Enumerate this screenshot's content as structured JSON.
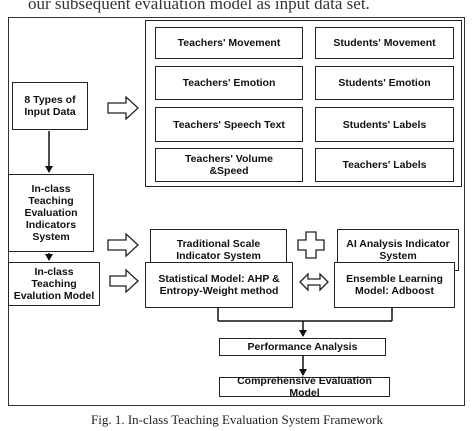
{
  "top_text": "our subsequent evaluation model as input data set.",
  "left_column": {
    "input_types": "8 Types of\nInput Data",
    "indicator_system": "In-class\nTeaching\nEvaluation\nIndicators\nSystem",
    "evaluation_model": "In-class\nTeaching\nEvalution Model"
  },
  "data_types": {
    "teachers_movement": "Teachers' Movement",
    "students_movement": "Students' Movement",
    "teachers_emotion": "Teachers' Emotion",
    "students_emotion": "Students' Emotion",
    "teachers_speech": "Teachers' Speech Text",
    "students_labels": "Students' Labels",
    "teachers_volume": "Teachers' Volume\n&Speed",
    "teachers_labels": "Teachers' Labels"
  },
  "indicators": {
    "traditional": "Traditional Scale\nIndicator System",
    "ai": "AI Analysis Indicator\nSystem"
  },
  "models": {
    "statistical": "Statistical Model: AHP &\nEntropy-Weight method",
    "ensemble": "Ensemble Learning\nModel: Adboost"
  },
  "performance": "Performance Analysis",
  "comprehensive": "Comprehensive Evaluation Model",
  "caption": "Fig. 1.   In-class Teaching Evaluation System Framework"
}
